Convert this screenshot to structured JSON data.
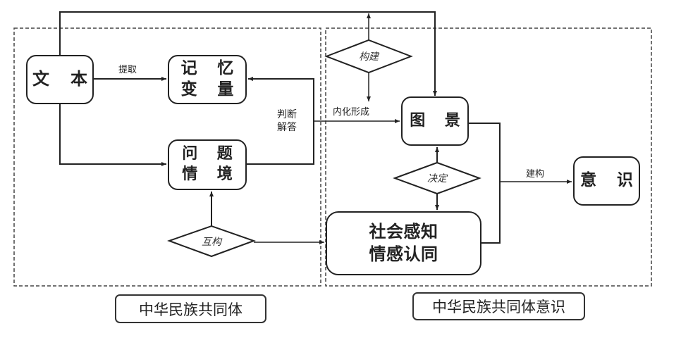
{
  "diagram": {
    "nodes": {
      "text": "文 本",
      "memory_variable": "记 忆\n变 量",
      "problem_context": "问 题\n情 境",
      "scene": "图 景",
      "social_perception": "社会感知\n情感认同",
      "consciousness": "意 识"
    },
    "diamonds": {
      "construct": "构建",
      "decide": "决定",
      "mutual_construct": "互构"
    },
    "edge_labels": {
      "extract": "提取",
      "judge_answer": "判断\n解答",
      "internalize": "内化形成",
      "build": "建构"
    },
    "groups": {
      "left": "中华民族共同体",
      "right": "中华民族共同体意识"
    }
  }
}
